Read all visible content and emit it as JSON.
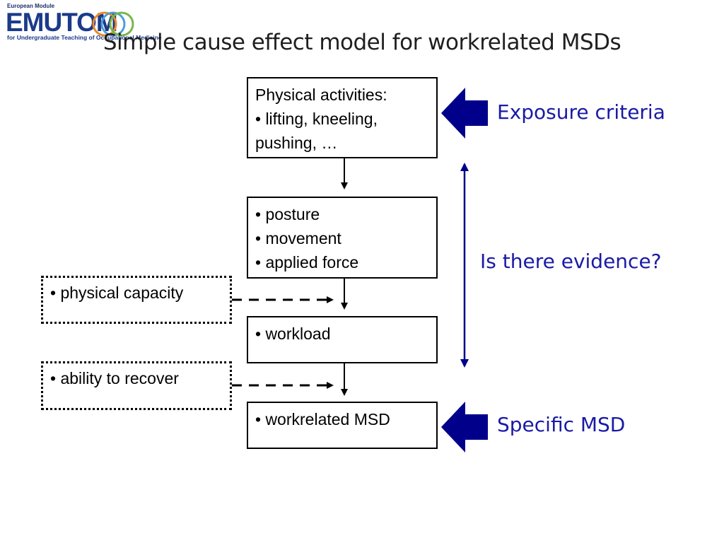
{
  "logo": {
    "top_text": "European Module",
    "main_text": "EMUTOM",
    "sub_text": "for Undergraduate Teaching of Occupational Medicine"
  },
  "title": "Simple cause effect model for workrelated MSDs",
  "flow": {
    "box1": {
      "line1": "Physical activities:",
      "line2": "• lifting, kneeling,",
      "line3": "pushing,  …"
    },
    "box2": {
      "line1": "• posture",
      "line2": "• movement",
      "line3": "• applied force"
    },
    "box3": {
      "line1": "• workload"
    },
    "box4": {
      "line1": "• workrelated MSD"
    }
  },
  "modifiers": {
    "capacity": "• physical capacity",
    "recover": "• ability to recover"
  },
  "labels": {
    "exposure": "Exposure criteria",
    "evidence": "Is there evidence?",
    "specific": "Specific MSD"
  },
  "colors": {
    "accent": "#00008b",
    "label_text": "#1a1aa6",
    "border": "#000000"
  },
  "icons": {
    "exposure_arrow": "left-arrow-icon",
    "specific_arrow": "left-arrow-icon",
    "evidence_arrow": "double-headed-arrow-icon"
  }
}
